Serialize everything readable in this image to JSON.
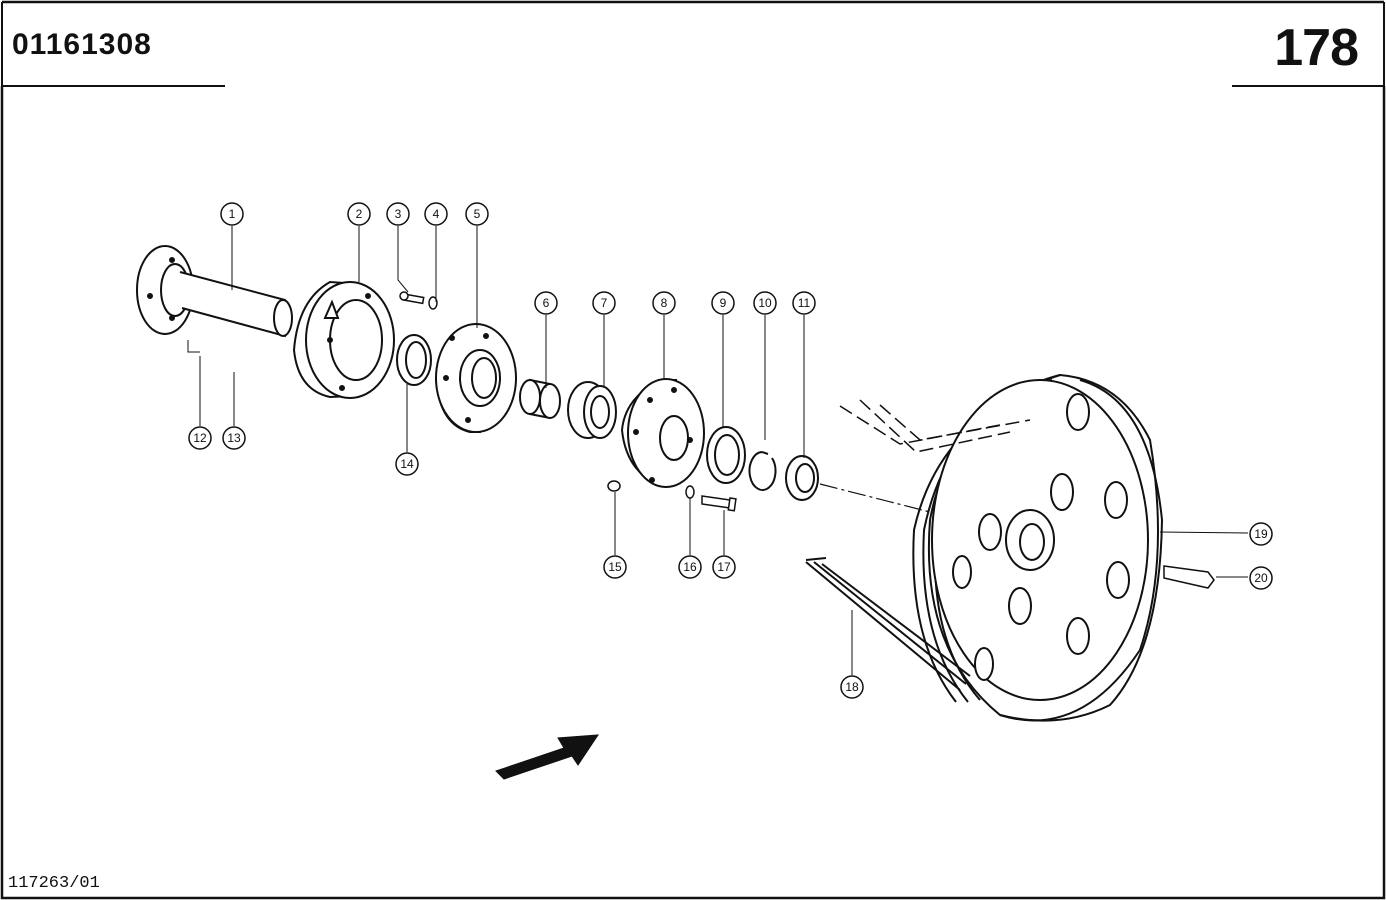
{
  "header": {
    "document_number": "01161308",
    "page_number": "178"
  },
  "footer": {
    "drawing_reference": "117263/01"
  },
  "callouts": [
    {
      "number": "1"
    },
    {
      "number": "2"
    },
    {
      "number": "3"
    },
    {
      "number": "4"
    },
    {
      "number": "5"
    },
    {
      "number": "6"
    },
    {
      "number": "7"
    },
    {
      "number": "8"
    },
    {
      "number": "9"
    },
    {
      "number": "10"
    },
    {
      "number": "11"
    },
    {
      "number": "12"
    },
    {
      "number": "13"
    },
    {
      "number": "14"
    },
    {
      "number": "15"
    },
    {
      "number": "16"
    },
    {
      "number": "17"
    },
    {
      "number": "18"
    },
    {
      "number": "19"
    },
    {
      "number": "20"
    }
  ],
  "colors": {
    "line": "#111111",
    "paper": "#ffffff"
  }
}
